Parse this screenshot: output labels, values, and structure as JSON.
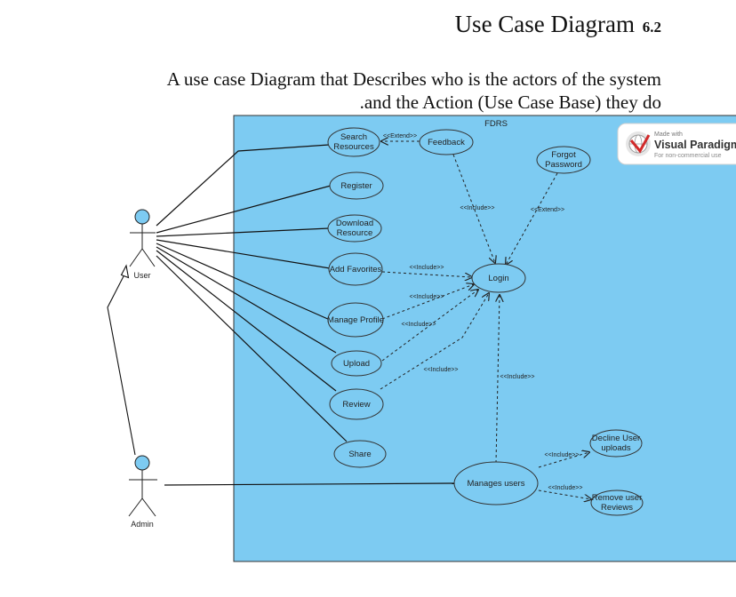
{
  "heading": {
    "title": "Use Case Diagram",
    "number": "6.2"
  },
  "description": {
    "line1": "A use case Diagram that Describes who is the actors of the system",
    "line2": ".and the Action (Use Case Base) they do"
  },
  "diagram": {
    "system_name": "FDRS",
    "watermark": {
      "small": "Made with",
      "brand": "Visual Paradigm",
      "note": "For non-commercial use"
    },
    "actors": {
      "user": "User",
      "admin": "Admin"
    },
    "use_cases": {
      "search": [
        "Search",
        "Resources"
      ],
      "feedback": [
        "Feedback"
      ],
      "forgot": [
        "Forgot",
        "Password"
      ],
      "register": [
        "Register"
      ],
      "download": [
        "Download",
        "Resource"
      ],
      "favorites": [
        "Add Favorites"
      ],
      "login": [
        "Login"
      ],
      "profile": [
        "Manage Profile"
      ],
      "upload": [
        "Upload"
      ],
      "review": [
        "Review"
      ],
      "share": [
        "Share"
      ],
      "manage": [
        "Manages users"
      ],
      "decline": [
        "Decline User",
        "uploads"
      ],
      "remove": [
        "Remove user",
        "Reviews"
      ]
    },
    "stereotypes": {
      "extend": "<<Extend>>",
      "include": "<<Include>>"
    }
  }
}
